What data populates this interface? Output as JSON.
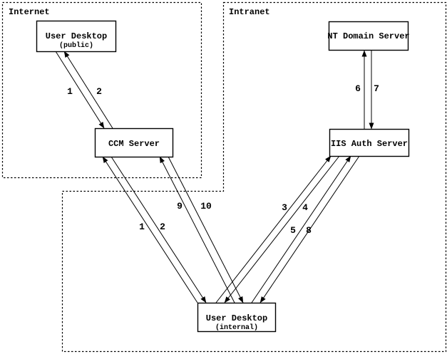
{
  "meta": {
    "diagram_type": "network-authentication-flow-diagram",
    "colors": {
      "background": "#ffffff",
      "line": "#000000",
      "box_fill": "#ffffff",
      "text": "#000000"
    }
  },
  "zones": {
    "internet": {
      "label": "Internet"
    },
    "intranet": {
      "label": "Intranet"
    }
  },
  "nodes": {
    "user_desktop_public": {
      "title": "User Desktop",
      "subtitle": "(public)",
      "zone": "Internet"
    },
    "ccm_server": {
      "title": "CCM Server",
      "zone": "Internet"
    },
    "nt_domain_server": {
      "title": "NT Domain Server",
      "zone": "Intranet"
    },
    "iis_auth_server": {
      "title": "IIS Auth Server",
      "zone": "Intranet"
    },
    "user_desktop_internal": {
      "title": "User Desktop",
      "subtitle": "(internal)",
      "zone": "Intranet"
    }
  },
  "flows": {
    "f1_public": {
      "label": "1",
      "from": "User Desktop (public)",
      "to": "CCM Server"
    },
    "f2_public": {
      "label": "2",
      "from": "CCM Server",
      "to": "User Desktop (public)"
    },
    "f1_internal": {
      "label": "1",
      "from": "User Desktop (internal)",
      "to": "CCM Server"
    },
    "f2_internal": {
      "label": "2",
      "from": "CCM Server",
      "to": "User Desktop (internal)"
    },
    "f3": {
      "label": "3",
      "from": "User Desktop (internal)",
      "to": "IIS Auth Server"
    },
    "f4": {
      "label": "4",
      "from": "IIS Auth Server",
      "to": "User Desktop (internal)"
    },
    "f5": {
      "label": "5",
      "from": "User Desktop (internal)",
      "to": "IIS Auth Server"
    },
    "f6": {
      "label": "6",
      "from": "IIS Auth Server",
      "to": "NT Domain Server"
    },
    "f7": {
      "label": "7",
      "from": "NT Domain Server",
      "to": "IIS Auth Server"
    },
    "f8": {
      "label": "8",
      "from": "IIS Auth Server",
      "to": "User Desktop (internal)"
    },
    "f9": {
      "label": "9",
      "from": "User Desktop (internal)",
      "to": "CCM Server"
    },
    "f10": {
      "label": "10",
      "from": "CCM Server",
      "to": "User Desktop (internal)"
    }
  }
}
